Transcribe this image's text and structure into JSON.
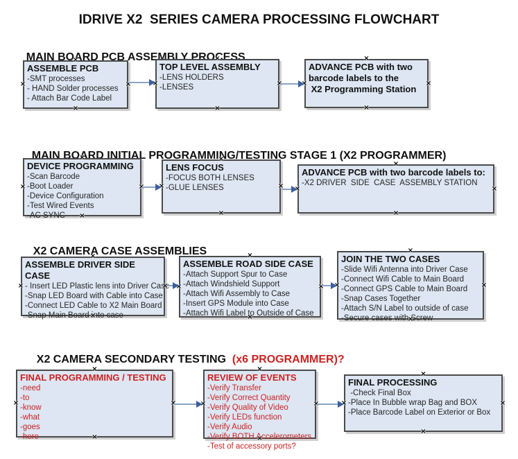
{
  "title": "IDRIVE X2  SERIES CAMERA PROCESSING FLOWCHART",
  "colors": {
    "box_fill": "#dde6f2",
    "box_border": "#4a4a4a",
    "connector_line": "#8ca3c6",
    "connector_arrowhead": "#3c5f9e",
    "red_text": "#cc2222",
    "black_text": "#111111"
  },
  "icons": {
    "connection_marker": "×"
  },
  "sections": [
    {
      "heading": "MAIN BOARD PCB ASSEMBLY PROCESS",
      "heading_red": "",
      "boxes": [
        {
          "title": "ASSEMBLE PCB",
          "items": [
            "-SMT processes",
            "- HAND Solder processes",
            "- Attach Bar Code Label"
          ]
        },
        {
          "title": "TOP LEVEL ASSEMBLY",
          "items": [
            "-LENS HOLDERS",
            "-LENSES"
          ]
        },
        {
          "title": "ADVANCE PCB with two\nbarcode labels to the\n X2 Programming Station",
          "items": []
        }
      ]
    },
    {
      "heading": "MAIN BOARD INITIAL PROGRAMMING/TESTING STAGE 1 (X2 PROGRAMMER)",
      "heading_red": "",
      "boxes": [
        {
          "title": "DEVICE PROGRAMMING",
          "items": [
            "-Scan Barcode",
            "-Boot Loader",
            "-Device Configuration",
            "-Test Wired Events",
            "-AC SYNC"
          ]
        },
        {
          "title": "LENS FOCUS",
          "items": [
            "-FOCUS BOTH LENSES",
            "-GLUE LENSES"
          ]
        },
        {
          "title": "ADVANCE PCB with two barcode labels to:",
          "items": [
            "-X2 DRIVER  SIDE  CASE  ASSEMBLY STATION"
          ]
        }
      ]
    },
    {
      "heading": "X2 CAMERA CASE ASSEMBLIES",
      "heading_red": "",
      "boxes": [
        {
          "title": "ASSEMBLE DRIVER SIDE CASE",
          "items": [
            "- Insert LED Plastic lens into Driver Case",
            "-Snap LED Board with Cable into Case",
            "-Connect LED Cable to X2 Main Board",
            "-Snap Main Board into case"
          ]
        },
        {
          "title": "ASSEMBLE ROAD SIDE CASE",
          "items": [
            "-Attach Support Spur to Case",
            "-Attach Windshield Support",
            "-Attach Wifi Assembly to Case",
            "-Insert GPS Module into Case",
            "-Attach Wifi Label to Outside of Case"
          ]
        },
        {
          "title": "JOIN THE TWO CASES",
          "items": [
            "-Slide Wifi Antenna into Driver Case",
            "-Connect Wifi Cable to Main Board",
            "-Connect GPS Cable to Main Board",
            "-Snap Cases Together",
            "-Attach S/N Label to outside of case",
            "-Secure cases with Screw"
          ]
        }
      ]
    },
    {
      "heading": "X2 CAMERA SECONDARY TESTING  ",
      "heading_red": "(x6 PROGRAMMER)?",
      "boxes": [
        {
          "title": "FINAL PROGRAMMING / TESTING",
          "items": [
            "-need",
            "-to",
            "-know",
            "-what",
            "-goes",
            "-here"
          ]
        },
        {
          "title": "REVIEW OF EVENTS",
          "items": [
            "-Verify Transfer",
            "-Verify Correct Quantity",
            "-Verify Quality of Video",
            "-Verify LEDs function",
            "-Verify Audio",
            "-Verify BOTH Accelerometers",
            "-Test of accessory ports?"
          ]
        },
        {
          "title": "FINAL PROCESSING",
          "items": [
            " -Check Final Box",
            "-Place In Bubble wrap Bag and BOX",
            "-Place Barcode Label on Exterior or Box"
          ]
        }
      ]
    }
  ]
}
